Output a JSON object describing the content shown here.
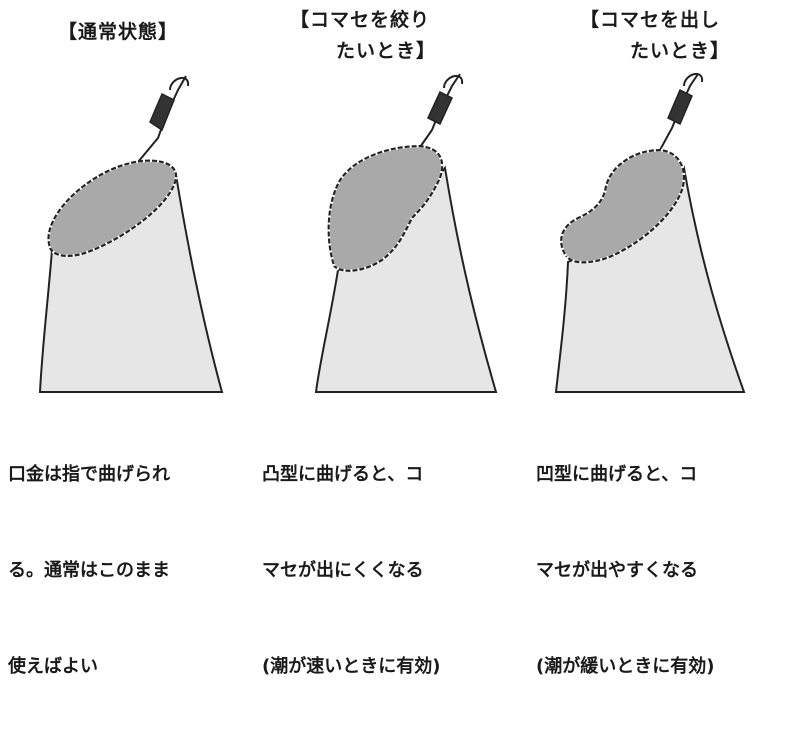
{
  "panels": [
    {
      "title_lines": [
        "【通常状態】"
      ],
      "caption_lines": [
        "口金は指で曲げられ",
        "る。通常はこのまま",
        "使えばよい"
      ]
    },
    {
      "title_lines": [
        "【コマセを絞り",
        "たいとき】"
      ],
      "caption_lines": [
        "凸型に曲げると、コ",
        "マセが出にくくなる",
        "(潮が速いときに有効)"
      ]
    },
    {
      "title_lines": [
        "【コマセを出し",
        "たいとき】"
      ],
      "caption_lines": [
        "凹型に曲げると、コ",
        "マセが出やすくなる",
        "(潮が緩いときに有効)"
      ]
    }
  ],
  "colors": {
    "bag_fill": "#e6e6e6",
    "rim_fill": "#a9a9a9",
    "outline": "#222222",
    "strap": "#333333"
  },
  "icons": [
    "chum-bag-normal",
    "chum-bag-narrowed",
    "chum-bag-widened"
  ]
}
